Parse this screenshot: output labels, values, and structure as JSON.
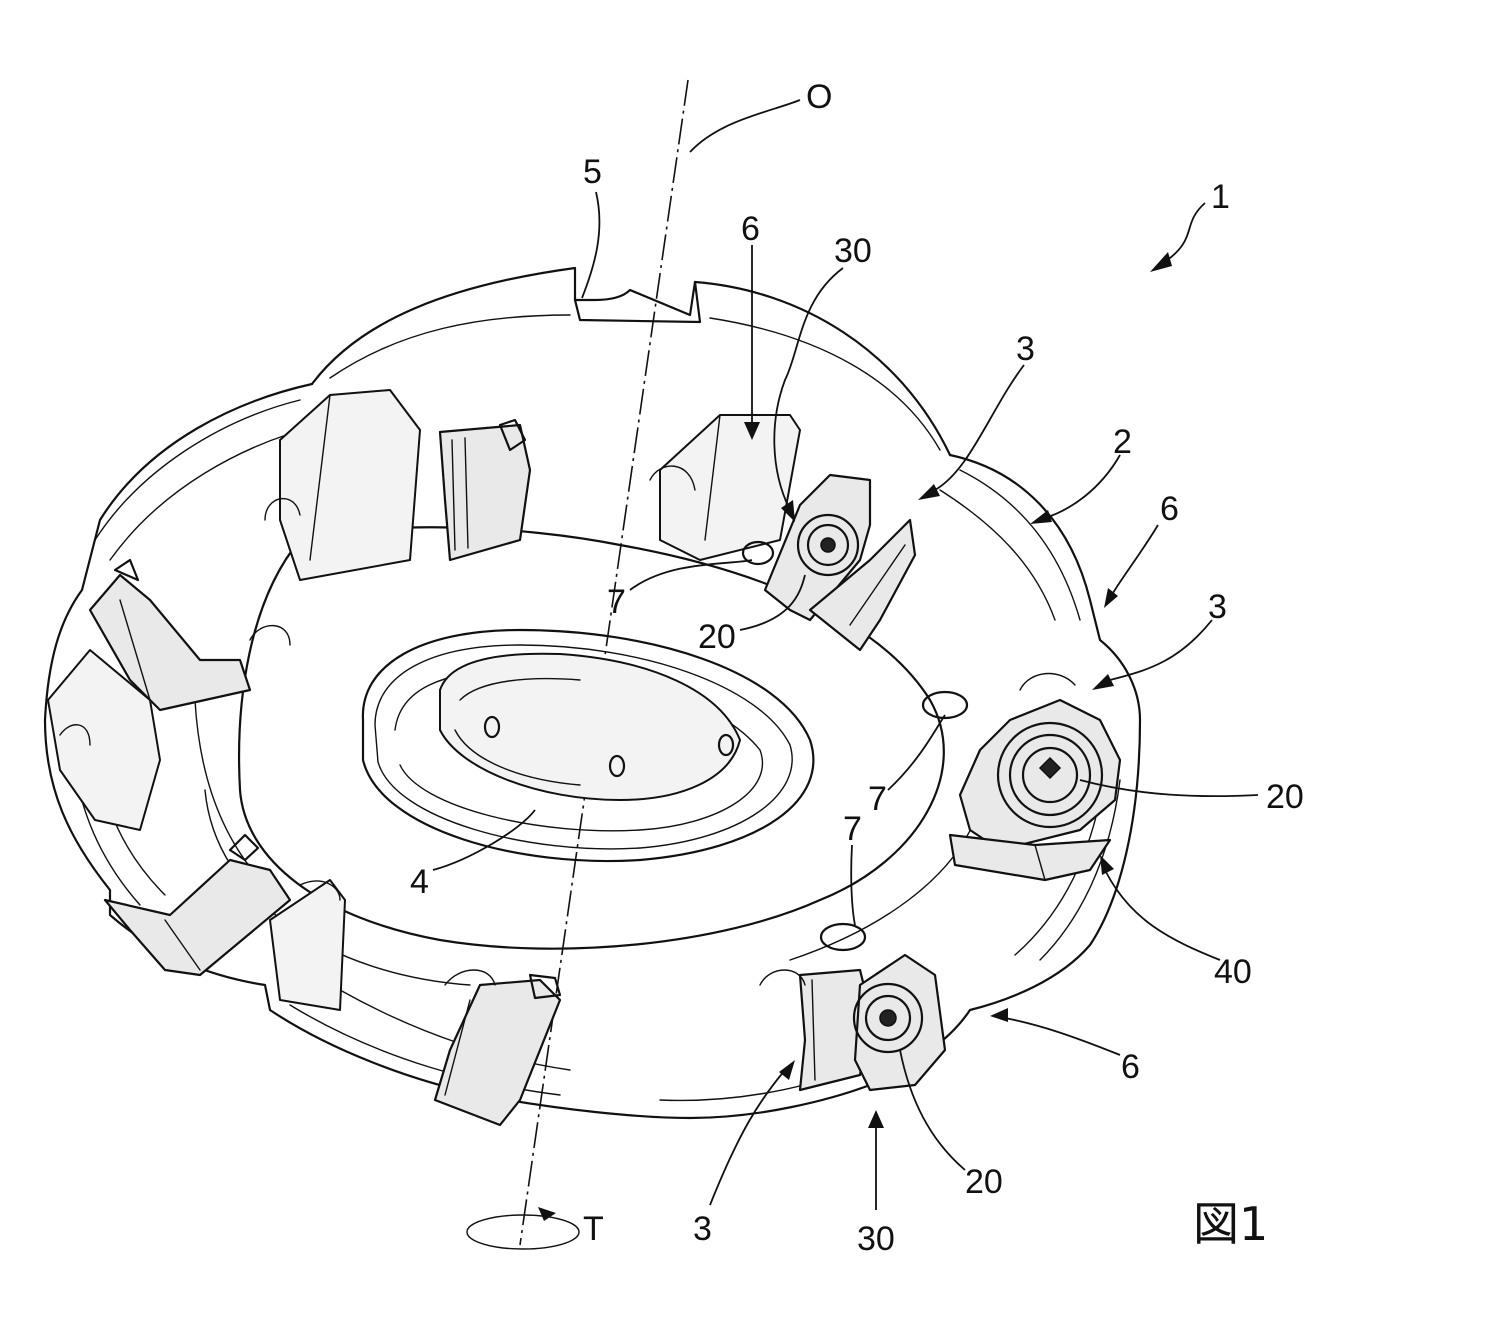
{
  "figure": {
    "title": "図1"
  },
  "labels": {
    "axis_o": "O",
    "rotation_t": "T",
    "tool_1": "1",
    "body_2": "2",
    "pocket_3_top": "3",
    "pocket_3_right": "3",
    "pocket_3_bottom": "3",
    "bore_4": "4",
    "keyway_5": "5",
    "chip_pocket_6_top": "6",
    "chip_pocket_6_right": "6",
    "chip_pocket_6_bottom": "6",
    "coolant_7_top": "7",
    "coolant_7_mid": "7",
    "coolant_7_bottom": "7",
    "insert_20_top": "20",
    "insert_20_right": "20",
    "insert_20_bottom": "20",
    "clamp_30_top": "30",
    "clamp_30_bottom": "30",
    "cutting_edge_40": "40"
  }
}
